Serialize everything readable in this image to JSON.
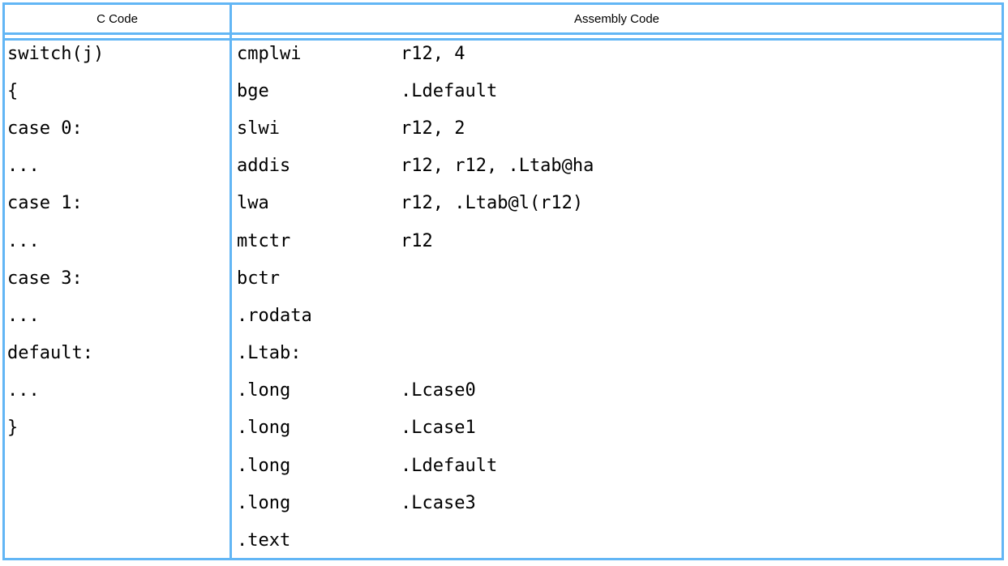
{
  "table": {
    "border_color": "#62b6f5",
    "text_color": "#000000",
    "headers": {
      "c": "C Code",
      "asm": "Assembly Code"
    },
    "c_code_lines": [
      "switch(j)",
      "{",
      "case 0:",
      "...",
      "case 1:",
      "...",
      "case 3:",
      "...",
      "default:",
      "...",
      "}"
    ],
    "asm_lines": [
      {
        "mnemonic": "cmplwi",
        "operands": "r12, 4"
      },
      {
        "mnemonic": "bge",
        "operands": ".Ldefault"
      },
      {
        "mnemonic": "slwi",
        "operands": "r12, 2"
      },
      {
        "mnemonic": "addis",
        "operands": "r12, r12, .Ltab@ha"
      },
      {
        "mnemonic": "lwa",
        "operands": "r12, .Ltab@l(r12)"
      },
      {
        "mnemonic": "mtctr",
        "operands": "r12"
      },
      {
        "mnemonic": "bctr",
        "operands": ""
      },
      {
        "mnemonic": ".rodata",
        "operands": ""
      },
      {
        "mnemonic": ".Ltab:",
        "operands": ""
      },
      {
        "mnemonic": ".long",
        "operands": ".Lcase0"
      },
      {
        "mnemonic": ".long",
        "operands": ".Lcase1"
      },
      {
        "mnemonic": ".long",
        "operands": ".Ldefault"
      },
      {
        "mnemonic": ".long",
        "operands": ".Lcase3"
      },
      {
        "mnemonic": ".text",
        "operands": ""
      }
    ]
  }
}
